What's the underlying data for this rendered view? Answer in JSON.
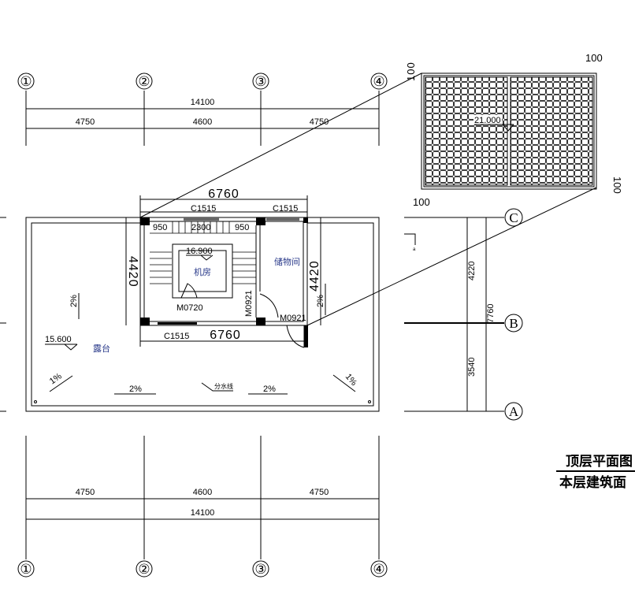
{
  "axes": {
    "numbers": [
      "①",
      "②",
      "③",
      "④"
    ],
    "letters": [
      "A",
      "B",
      "C"
    ]
  },
  "dims": {
    "overall": "14100",
    "bays": [
      "4750",
      "4600",
      "4750"
    ],
    "stair_width": "6760",
    "stair_depth": "4420",
    "stair_segments": [
      "950",
      "2300",
      "950"
    ],
    "right": [
      "4220",
      "3540",
      "7760"
    ],
    "detail": [
      "100",
      "100",
      "100",
      "100"
    ]
  },
  "labels": {
    "window": "C1515",
    "door_machine": "M0720",
    "door_side": "M0921",
    "room_machine": "机房",
    "room_storage": "储物间",
    "terrace": "露台",
    "divide_line": "分水线",
    "level_machine": "16.900",
    "level_terrace": "15.600",
    "level_roof": "21.000",
    "slope_2": "2%",
    "slope_1": "1%",
    "section_mark": "a"
  },
  "title": {
    "line1": "顶层平面图",
    "line2": "本层建筑面"
  }
}
